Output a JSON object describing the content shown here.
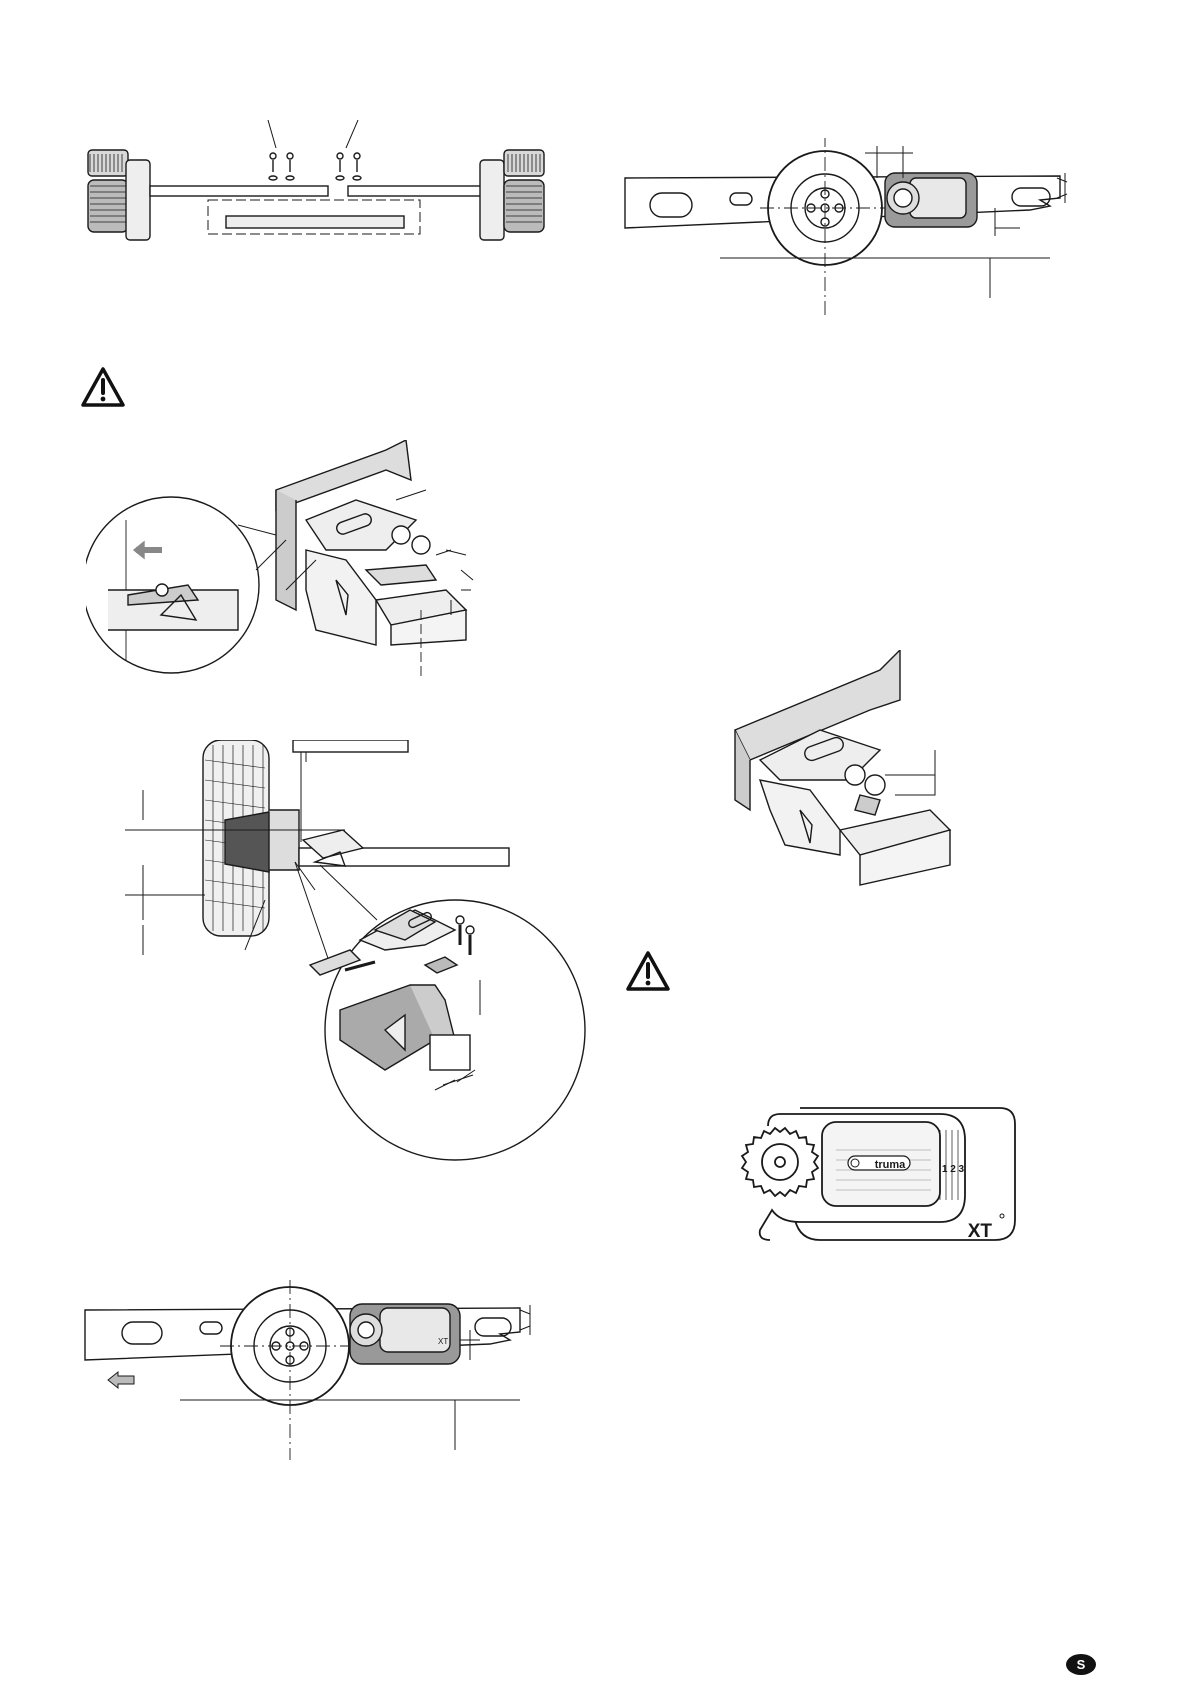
{
  "page": {
    "badge": "S"
  },
  "brand": {
    "logo_text": "truma",
    "model": "XT",
    "scale": "1 2 3"
  },
  "colors": {
    "line": "#1a1a1a",
    "grey": "#9a9a9a",
    "light": "#e6e6e6",
    "badge": "#111111"
  }
}
